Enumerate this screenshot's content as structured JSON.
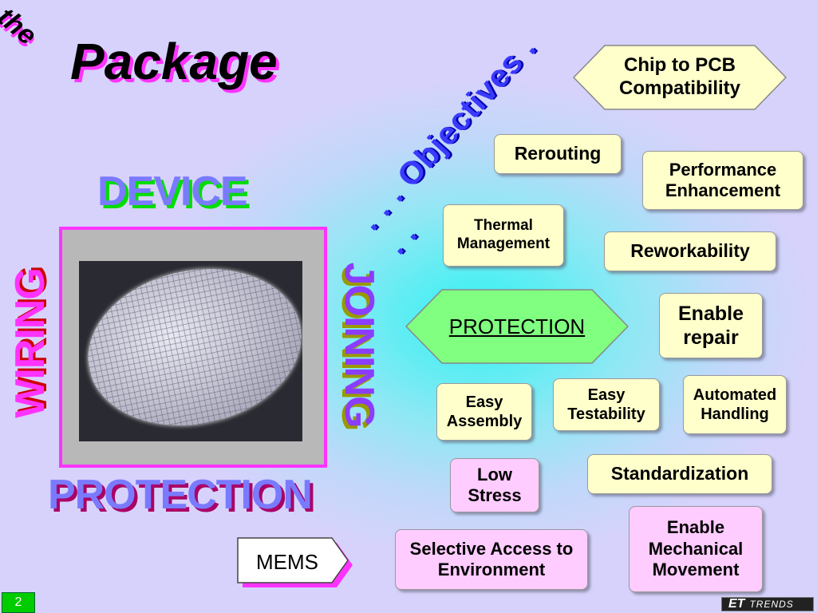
{
  "title": {
    "the": "the",
    "package": "Package",
    "objectives": ". . . Objectives . . ."
  },
  "labels": {
    "device": "DEVICE",
    "protection": "PROTECTION",
    "wiring": "WIRING",
    "joining": "JOINING"
  },
  "center": "PROTECTION",
  "chip": "Chip to PCB Compatibility",
  "boxes": {
    "rerouting": "Rerouting",
    "performance": "Performance Enhancement",
    "thermal": "Thermal Management",
    "rework": "Reworkability",
    "repair": "Enable repair",
    "assembly": "Easy Assembly",
    "testability": "Easy Testability",
    "automated": "Automated Handling",
    "lowstress": "Low Stress",
    "standard": "Standardization",
    "selective": "Selective Access to Environment",
    "mechanical": "Enable Mechanical Movement"
  },
  "mems": "MEMS",
  "footer": {
    "slide_number": "2",
    "logo_et": "ET",
    "logo_trends": "TRENDS"
  },
  "colors": {
    "yellow_box": "#ffffcc",
    "pink_box": "#ffccff",
    "hex_fill": "#80ff80",
    "magenta": "#ff33ff"
  }
}
